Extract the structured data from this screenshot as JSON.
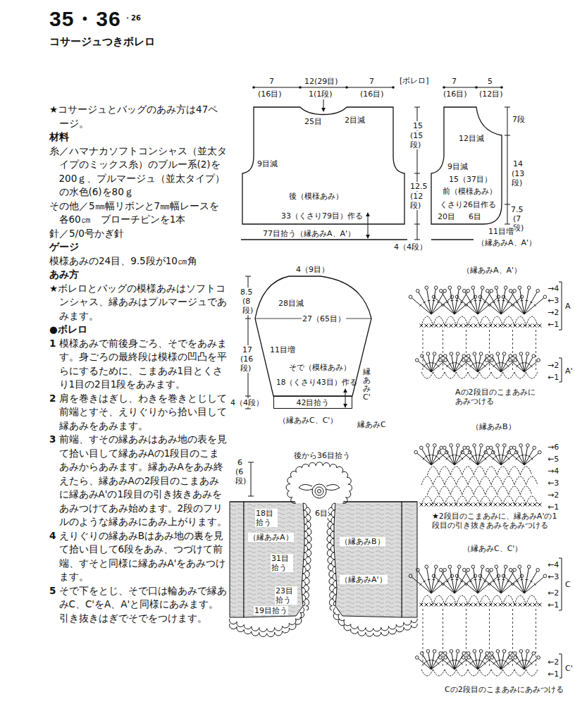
{
  "diagram": {
    "title": "35・36",
    "nodes": [
      {
        "text": [
          "後（模様あみ）"
        ]
      },
      {
        "text": [
          "前（模様あみ）"
        ]
      },
      {
        "text": [
          "そで（模様あみ）"
        ]
      },
      {
        "text": [
          "42目拾う"
        ]
      }
    ],
    "labels": [
      "・26",
      "コサージュつきボレロ",
      "★コサージュとバッグのあみ方は47ページ。",
      "材料",
      "糸／ハマナカソフトコンシャス（並太タイプのミックス糸）のブルー系(2)を200ｇ、プルマージュ（並太タイプ）の水色(6)を80ｇ",
      "その他／5㎜幅リボンと7㎜幅レースを各60㎝　ブローチピンを1本",
      "針／5/0号かぎ針",
      "ゲージ",
      "模様あみの24目、9.5段が10㎝角",
      "あみ方",
      "★ボレロとバッグの模様あみはソフトコンシャス、縁あみはプルマージュであみます。",
      "●ボレロ",
      "1 模様あみで前後身ごろ、そでをあみます。身ごろの最終段は模様の凹凸を平らにするために、こまあみ1目とくさり1目の2目1段をあみます。",
      "2 肩を巻きはぎし、わきを巻きとじして前端とすそ、えりぐりから拾い目して縁あみをあみます。",
      "3 前端、すその縁あみはあみ地の表を見て拾い目して縁あみAの1段目のこまあみからあみます。縁あみAをあみ終えたら、縁あみAの2段目のこまあみに縁あみA'の1段目の引き抜きあみをあみつけてあみ始めます。2段のフリルのような縁あみにあみ上がります。",
      "4 えりぐりの縁あみBはあみ地の裏を見て拾い目して6段をあみ、つづけて前端、すそと同様に縁あみA'をあみつけます。",
      "5 そで下をとじ、そで口は輪あみで縁あみC、C'をA、A'と同様にあみます。引き抜きはぎでそでをつけます。",
      "7",
      "(16目)",
      "12(29目)",
      "1(1段)",
      "7",
      "(16目)",
      "[ボレロ]",
      "25目",
      "2目減",
      "15",
      "(15段)",
      "9目減",
      "12.5",
      "(12段)",
      "33（くさり79目）作る",
      "77目拾う（縁あみA、A'）",
      "4（4段）",
      "7",
      "(16目)",
      "5",
      "(12目)",
      "7段",
      "12目減",
      "14",
      "(13段)",
      "9目減",
      "15（37目）",
      "くさり26目作る",
      "7.5",
      "(7段)",
      "20目",
      "6目",
      "11目増",
      "（縁あみA、A'）",
      "4（9目）",
      "8.5",
      "(8段)",
      "28目減",
      "27（65目）",
      "17",
      "(16段)",
      "11目増",
      "18（くさり43目）作る",
      "4（4段）",
      "（縁あみC、C'）",
      "縁あみC'",
      "縁あみC",
      "6",
      "(6段)",
      "後から36目拾う",
      "18目拾う",
      "6目",
      "（縁あみA）",
      "（縁あみB）",
      "31目拾う",
      "（縁あみA'）",
      "23目拾う",
      "19目拾う",
      "（縁あみA、A'）",
      "→4",
      "←3",
      "→2",
      "←1",
      "A",
      "→2",
      "←1",
      "A'",
      "Aの2段目のこまあみにあみつける",
      "（縁あみB）",
      "→6",
      "←5",
      "→4",
      "←3",
      "→2",
      "←1",
      "★2段目のこまあみに、縁あみA'の1段目の引き抜きあみをあみつける",
      "（縁あみC、C'）",
      "←4",
      "←3",
      "←2",
      "←1",
      "C",
      "←2",
      "←1",
      "C'",
      "Cの2段目のこまあみにあみつける"
    ]
  }
}
